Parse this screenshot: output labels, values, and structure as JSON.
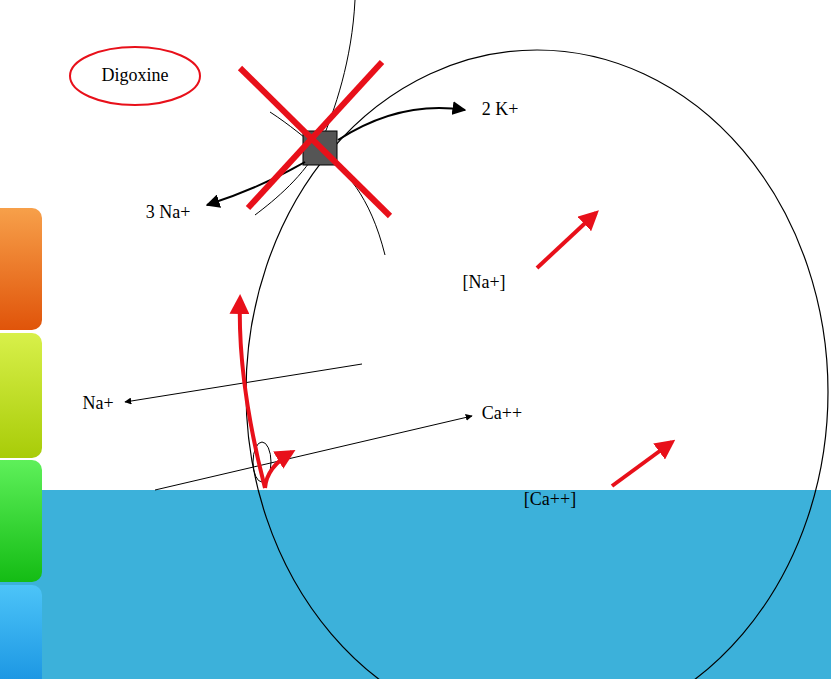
{
  "diagram": {
    "nodes": [
      {
        "text": [
          "Digoxine"
        ]
      }
    ],
    "labels": [
      "2 K+",
      "3 Na+",
      "[Na+]",
      "Na+",
      "Ca++",
      "[Ca++]"
    ]
  }
}
